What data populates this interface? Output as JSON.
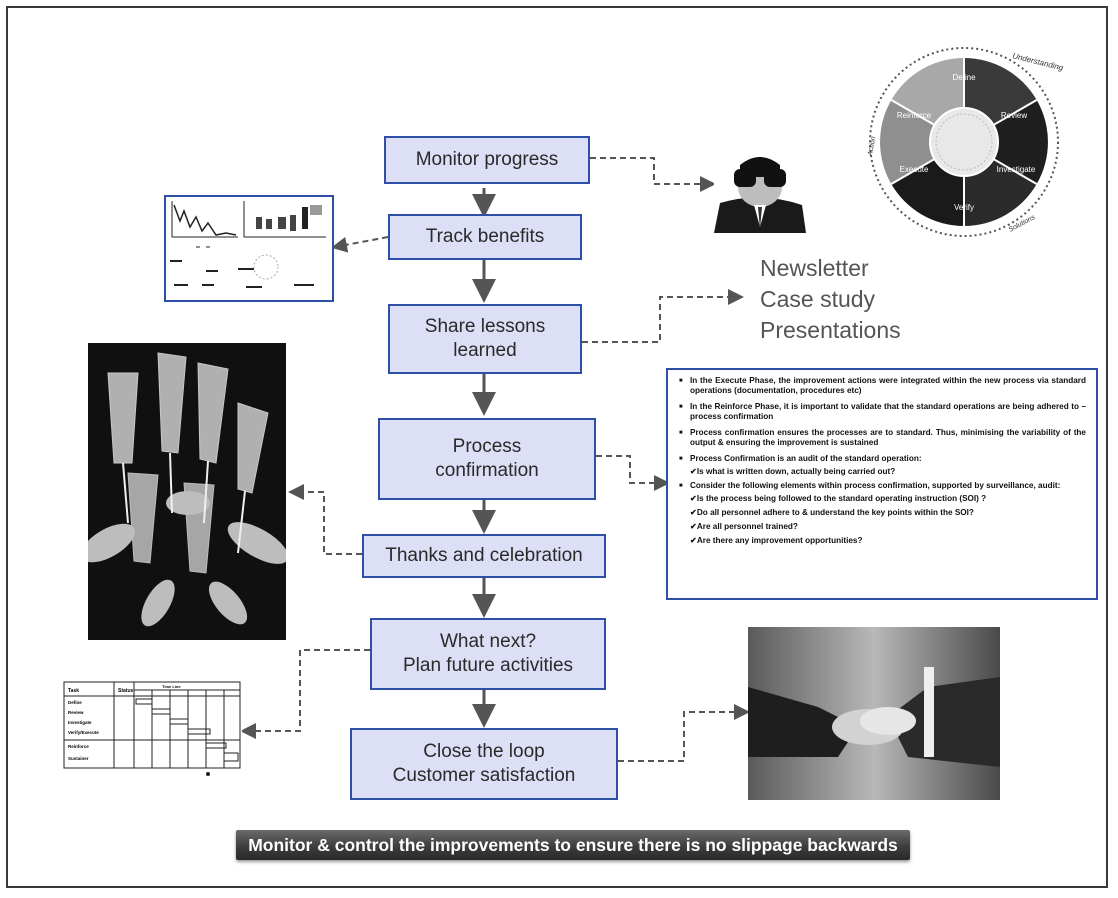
{
  "flow": {
    "monitor_progress": "Monitor progress",
    "track_benefits": "Track benefits",
    "share_lessons_1": "Share lessons",
    "share_lessons_2": "learned",
    "process_confirmation_1": "Process",
    "process_confirmation_2": "confirmation",
    "thanks": "Thanks and celebration",
    "what_next_1": "What next?",
    "what_next_2": "Plan future activities",
    "close_loop_1": "Close the loop",
    "close_loop_2": "Customer satisfaction"
  },
  "communication": [
    "Newsletter",
    "Case study",
    "Presentations"
  ],
  "wheel": {
    "segments": [
      "Define",
      "Review",
      "Investigate",
      "Verify",
      "Execute",
      "Reinforce"
    ],
    "outer_top": "Understanding",
    "outer_left": "Action",
    "outer_bottom": "Solutions"
  },
  "process_panel": {
    "bullets": [
      "In the Execute Phase, the improvement actions were integrated within the new process via standard operations (documentation, procedures etc)",
      "In the Reinforce Phase, it is important to validate that the standard operations are being adhered to – process confirmation",
      "Process confirmation ensures the processes are to standard. Thus, minimising the variability of the output & ensuring the improvement is sustained",
      "Process Confirmation is an audit of the standard operation:",
      "Consider the following elements within process confirmation, supported by surveillance, audit:"
    ],
    "sub1": [
      "Is what is written down, actually being carried out?"
    ],
    "sub2": [
      "Is the process being followed to the standard operating instruction (SOI) ?",
      "Do all personnel adhere to & understand the key points within the SOI?",
      "Are all personnel trained?",
      "Are there any improvement opportunities?"
    ]
  },
  "gantt": {
    "header_task": "Task",
    "header_status": "Status",
    "header_timeline": "Time Line",
    "rows": [
      "Define",
      "Review",
      "Investigate",
      "Verify/Execute",
      "Reinforce",
      "Sustainer"
    ]
  },
  "banner": "Monitor & control the improvements to ensure there is no slippage backwards",
  "colors": {
    "box_fill": "#dcdff5",
    "box_border": "#2d4fa5",
    "banner": "#3d3d3d"
  }
}
